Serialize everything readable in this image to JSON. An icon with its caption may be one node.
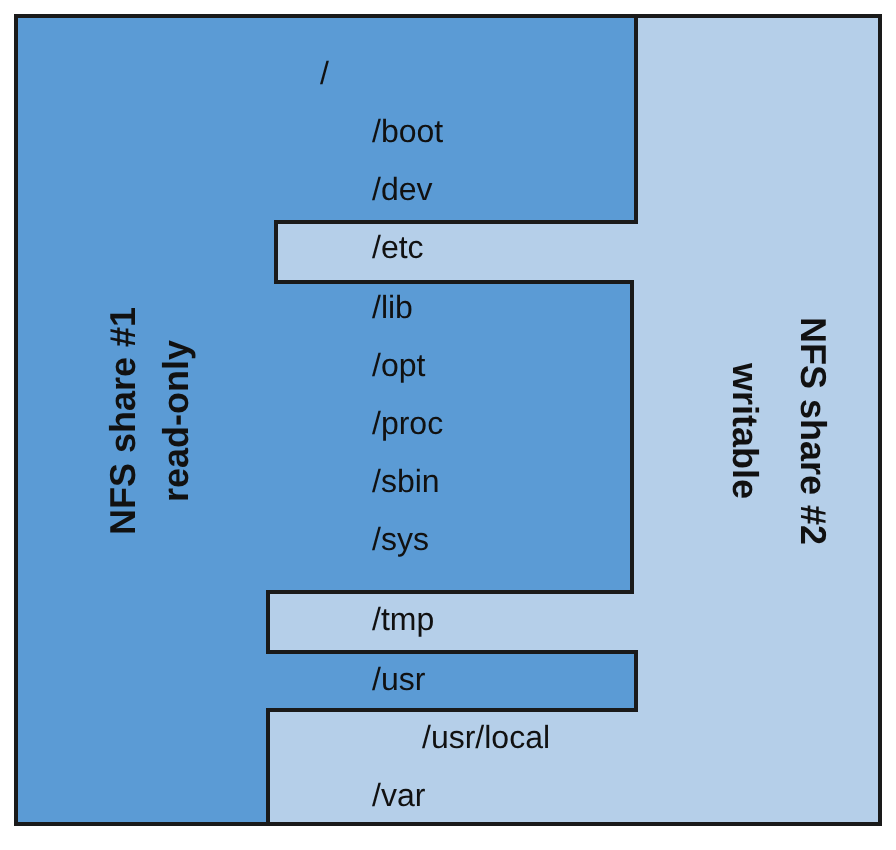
{
  "diagram": {
    "nodes": [
      {
        "text": [
          "NFS share #2",
          "writable"
        ]
      },
      {
        "text": [
          "NFS share #1",
          "read-only"
        ],
        "in": 0
      }
    ],
    "labels": [
      "/",
      "/boot",
      "/dev",
      "/etc",
      "/lib",
      "/opt",
      "/proc",
      "/sbin",
      "/sys",
      "/tmp",
      "/usr",
      "/usr/local",
      "/var"
    ]
  }
}
